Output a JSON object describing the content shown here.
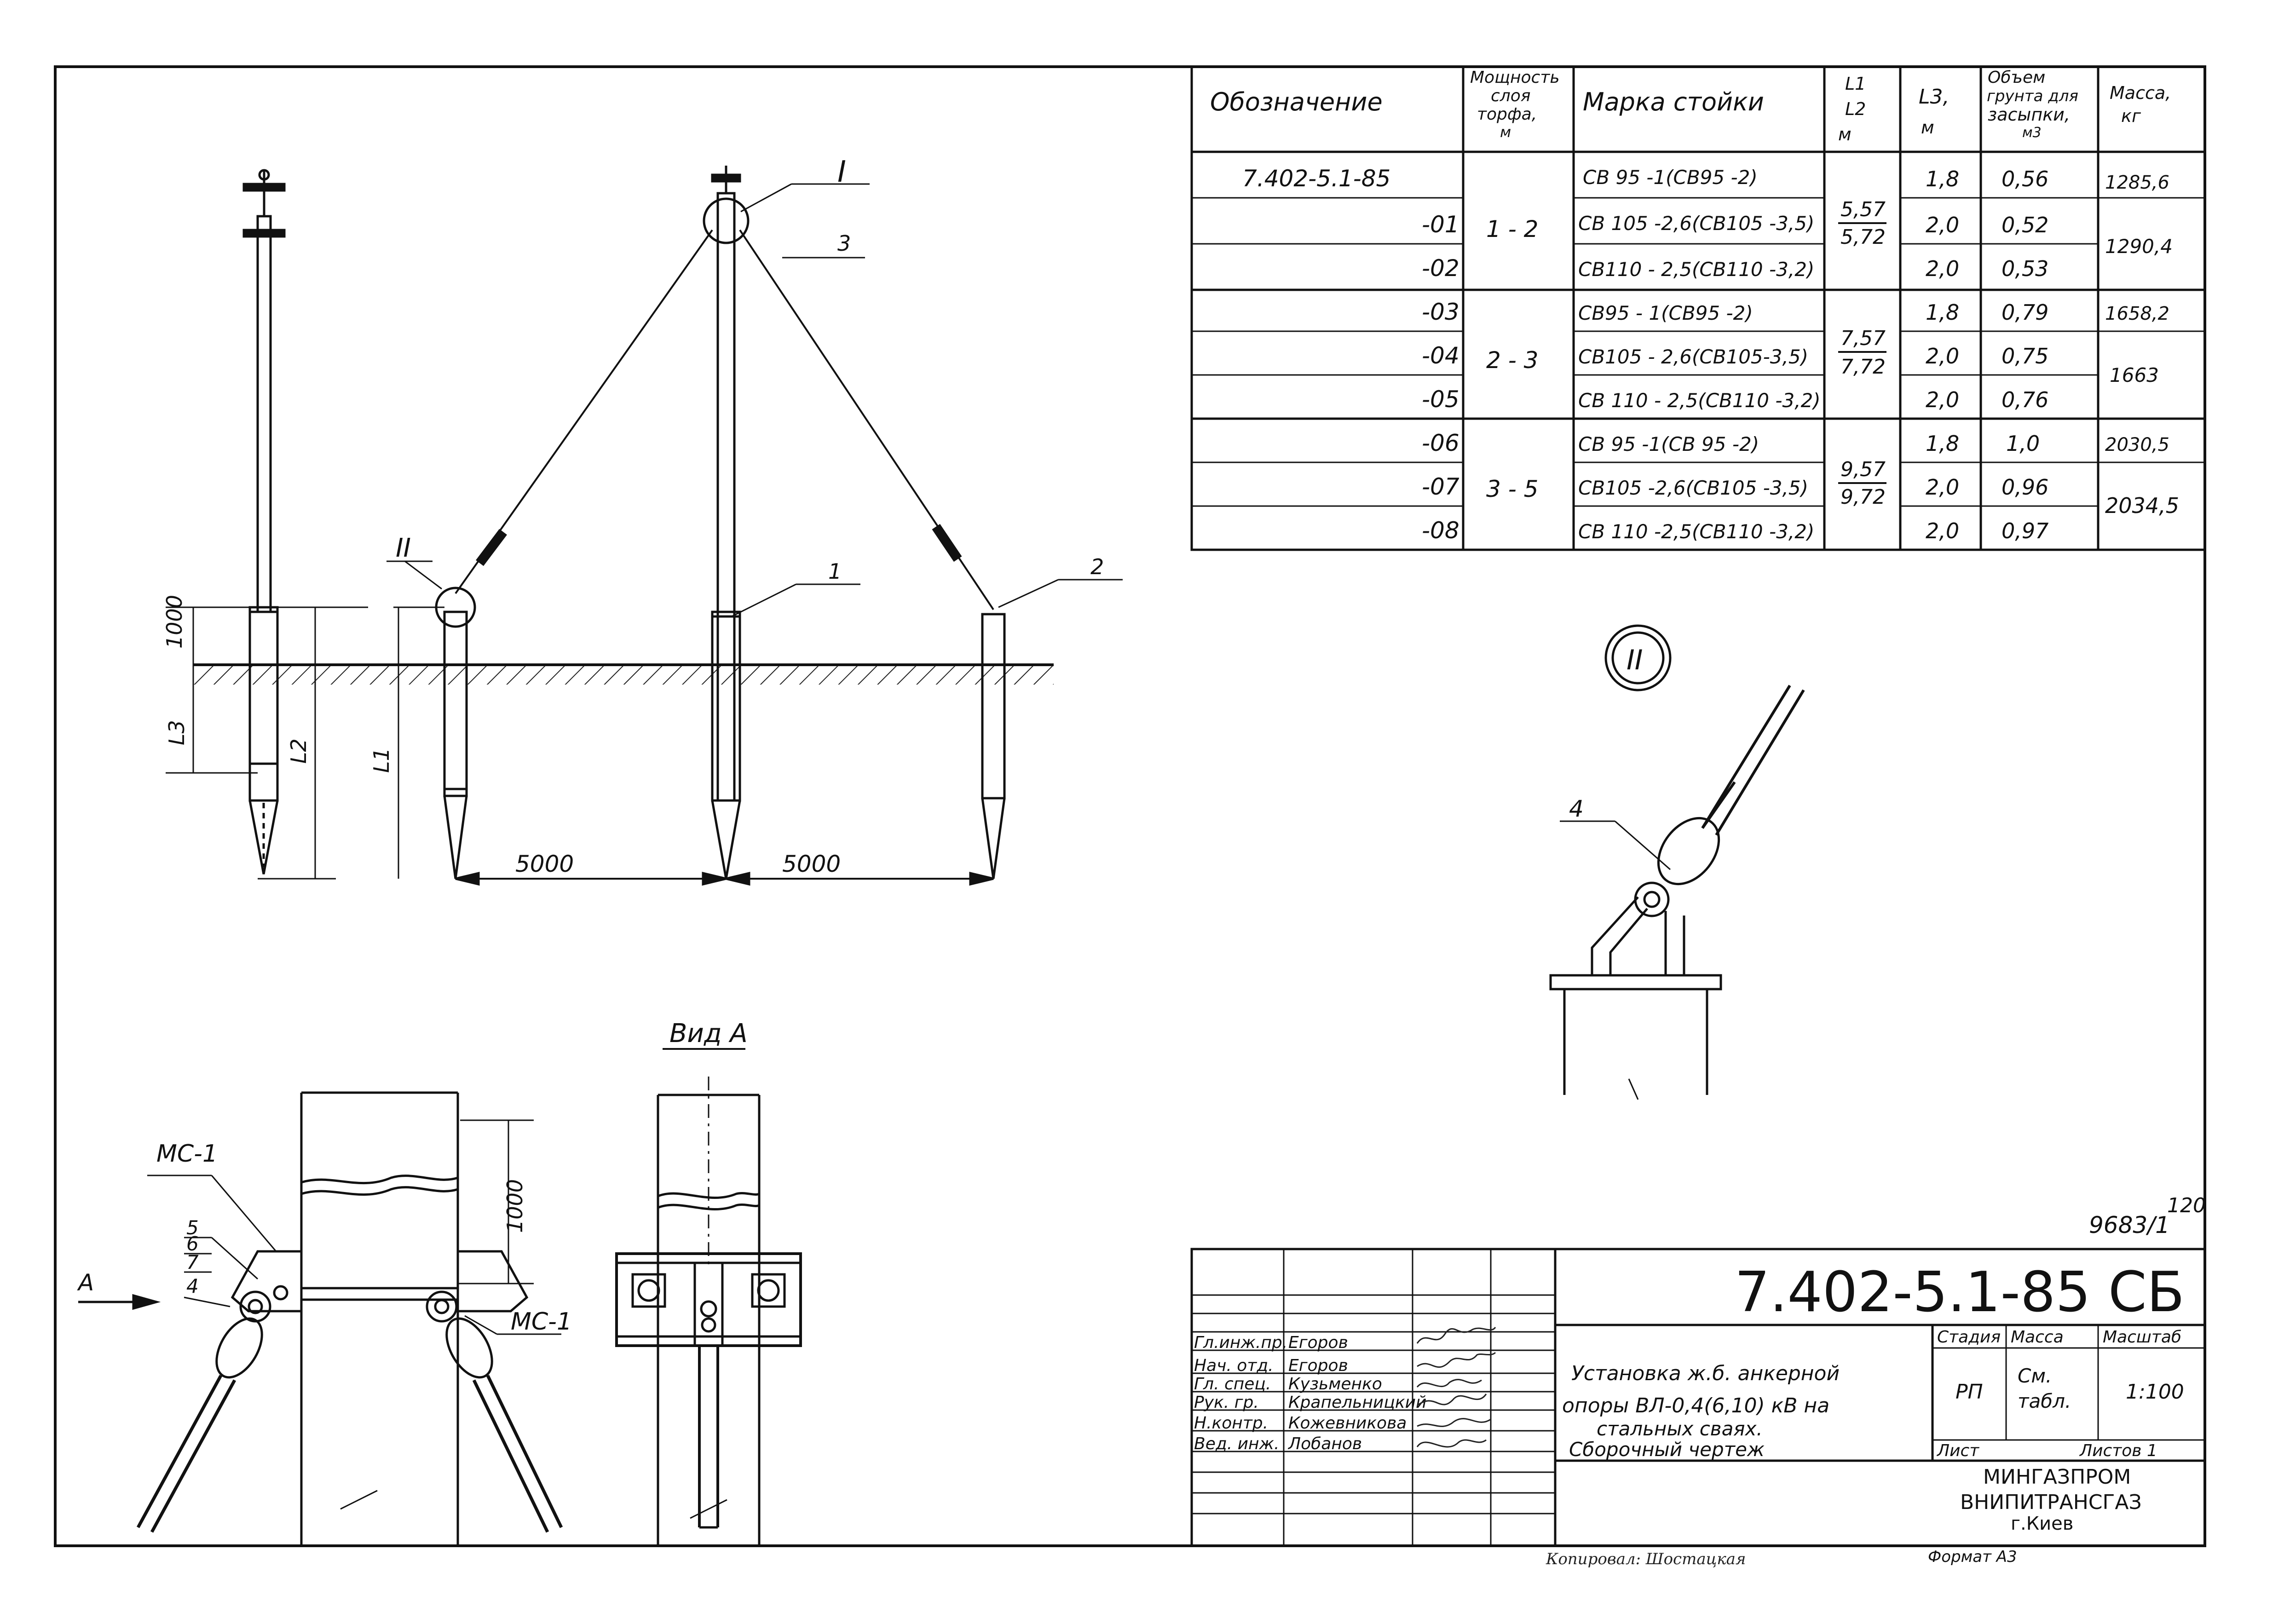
{
  "table": {
    "headers": {
      "designation": "Обозначение",
      "layer": [
        "Мощность",
        "слоя",
        "торфа,",
        "м"
      ],
      "post": "Марка стойки",
      "l1l2": [
        "L1",
        "L2",
        "м"
      ],
      "l3": [
        "L3,",
        "м"
      ],
      "volume": [
        "Объем",
        "грунта для",
        "засыпки,",
        "м3"
      ],
      "mass": [
        "Масса,",
        "кг"
      ]
    },
    "rows": [
      {
        "designation": "7.402-5.1-85",
        "post": "СВ 95 -1(СВ95 -2)",
        "l3": "1,8",
        "volume": "0,56",
        "mass": "1285,6"
      },
      {
        "designation": "-01",
        "post": "СВ 105 -2,6(СВ105 -3,5)",
        "l3": "2,0",
        "volume": "0,52",
        "mass": ""
      },
      {
        "designation": "-02",
        "post": "СВ110 - 2,5(СВ110 -3,2)",
        "l3": "2,0",
        "volume": "0,53",
        "mass": ""
      },
      {
        "designation": "-03",
        "post": "СВ95 - 1(СВ95 -2)",
        "l3": "1,8",
        "volume": "0,79",
        "mass": "1658,2"
      },
      {
        "designation": "-04",
        "post": "СВ105 - 2,6(СВ105-3,5)",
        "l3": "2,0",
        "volume": "0,75",
        "mass": ""
      },
      {
        "designation": "-05",
        "post": "СВ 110 - 2,5(СВ110 -3,2)",
        "l3": "2,0",
        "volume": "0,76",
        "mass": ""
      },
      {
        "designation": "-06",
        "post": "СВ 95 -1(СВ 95 -2)",
        "l3": "1,8",
        "volume": "1,0",
        "mass": "2030,5"
      },
      {
        "designation": "-07",
        "post": "СВ105 -2,6(СВ105 -3,5)",
        "l3": "2,0",
        "volume": "0,96",
        "mass": ""
      },
      {
        "designation": "-08",
        "post": "СВ 110 -2,5(СВ110 -3,2)",
        "l3": "2,0",
        "volume": "0,97",
        "mass": ""
      }
    ],
    "groups": [
      {
        "layer": "1 - 2",
        "l1": "5,57",
        "l2": "5,72",
        "mass_merged": "1290,4"
      },
      {
        "layer": "2 - 3",
        "l1": "7,57",
        "l2": "7,72",
        "mass_merged": "1663"
      },
      {
        "layer": "3 - 5",
        "l1": "9,57",
        "l2": "9,72",
        "mass_merged": "2034,5"
      }
    ]
  },
  "drawing": {
    "dim_1000": "1000",
    "dim_l3": "L3",
    "dim_l2": "L2",
    "dim_l1": "L1",
    "dim_5000_left": "5000",
    "dim_5000_right": "5000",
    "callout_I": "I",
    "callout_II": "II",
    "leader_1": "1",
    "leader_2": "2",
    "leader_3": "3",
    "detail_II_label": "II",
    "detail_leader_4": "4",
    "view_a_title": "Вид А",
    "view_a_dim": "1000",
    "mc1_left": "МС-1",
    "mc1_right": "МС-1",
    "leaders": [
      "5",
      "6",
      "7",
      "4"
    ],
    "arrow_a": "А"
  },
  "stamp": {
    "sheet_ref": "9683/1",
    "page_no": "120",
    "code": "7.402-5.1-85 СБ",
    "title_lines": [
      "Установка ж.б. анкерной",
      "опоры ВЛ-0,4(6,10) кВ на",
      "стальных сваях.",
      "Сборочный чертеж"
    ],
    "stage_label": "Стадия",
    "mass_label": "Масса",
    "scale_label": "Масштаб",
    "stage": "РП",
    "mass_value": [
      "См.",
      "табл."
    ],
    "scale": "1:100",
    "sheet_label": "Лист",
    "sheets_label": "Листов 1",
    "org": [
      "МИНГАЗПРОМ",
      "ВНИПИТРАНСГАЗ",
      "г.Киев"
    ],
    "people": [
      {
        "role": "Гл.инж.пр.",
        "name": "Егоров"
      },
      {
        "role": "Нач. отд.",
        "name": "Егоров"
      },
      {
        "role": "Гл. спец.",
        "name": "Кузьменко"
      },
      {
        "role": "Рук. гр.",
        "name": "Крапельницкий"
      },
      {
        "role": "Н.контр.",
        "name": "Кожевникова"
      },
      {
        "role": "Вед. инж.",
        "name": "Лобанов"
      }
    ],
    "copied": "Копировал: Шостацкая",
    "format": "Формат А3"
  }
}
